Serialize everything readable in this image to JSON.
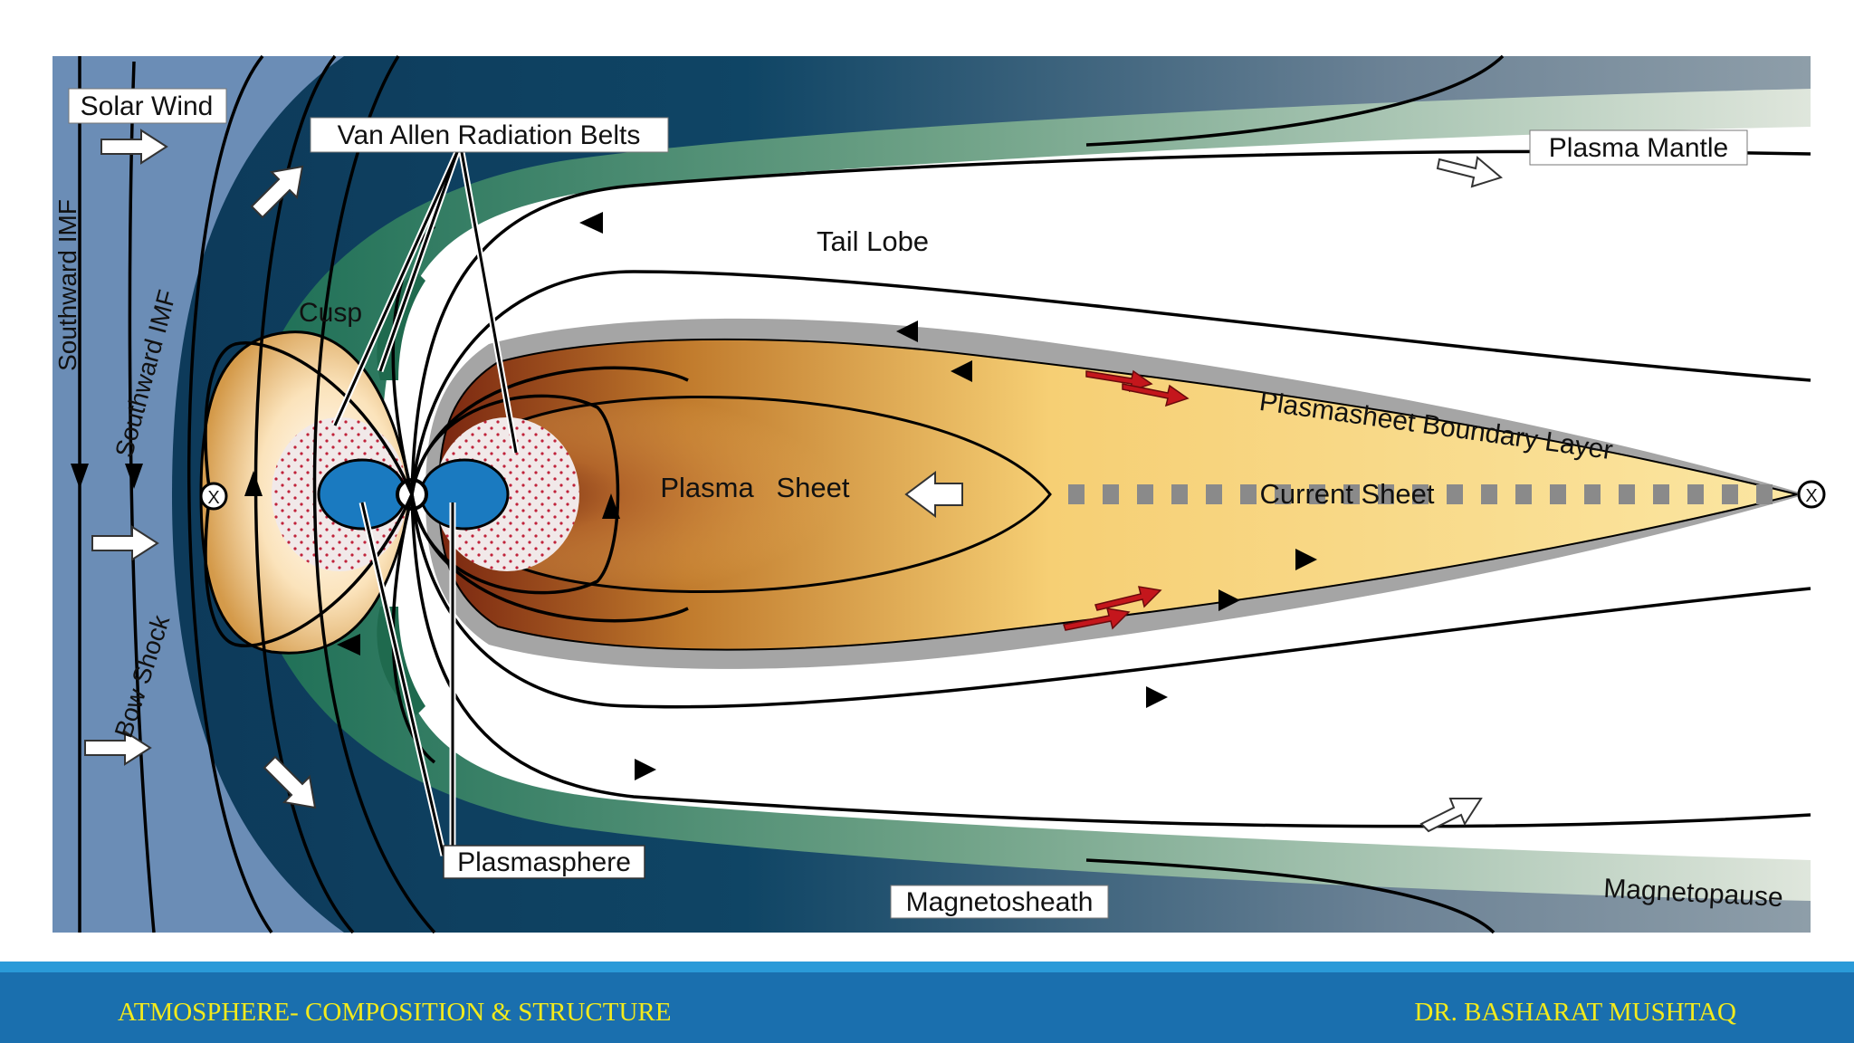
{
  "diagram": {
    "labels": {
      "solar_wind": "Solar Wind",
      "van_allen": "Van Allen Radiation Belts",
      "plasma_mantle": "Plasma Mantle",
      "tail_lobe": "Tail Lobe",
      "cusp": "Cusp",
      "southward_imf_1": "Southward IMF",
      "southward_imf_2": "Southward IMF",
      "plasma": "Plasma",
      "sheet": "Sheet",
      "current_sheet": "Current Sheet",
      "psbl": "Plasmasheet Boundary Layer",
      "bow_shock": "Bow Shock",
      "plasmasphere": "Plasmasphere",
      "magnetosheath": "Magnetosheath",
      "magnetopause": "Magnetopause",
      "x_point": "X"
    },
    "colors": {
      "solar_wind_bg": "#6a8cb5",
      "magnetosheath": "#0e3c5c",
      "mantle_green": "#2e7a5c",
      "plasma_sheet_yellow": "#fbdc84",
      "plasma_sheet_brown": "#7a2a10",
      "boundary_gray": "#a6a6a6",
      "plasmasphere_blue": "#1a7ac0",
      "reconnection_red": "#c4161c"
    }
  },
  "footer": {
    "left": "ATMOSPHERE- COMPOSITION & STRUCTURE",
    "right": "DR. BASHARAT MUSHTAQ"
  }
}
